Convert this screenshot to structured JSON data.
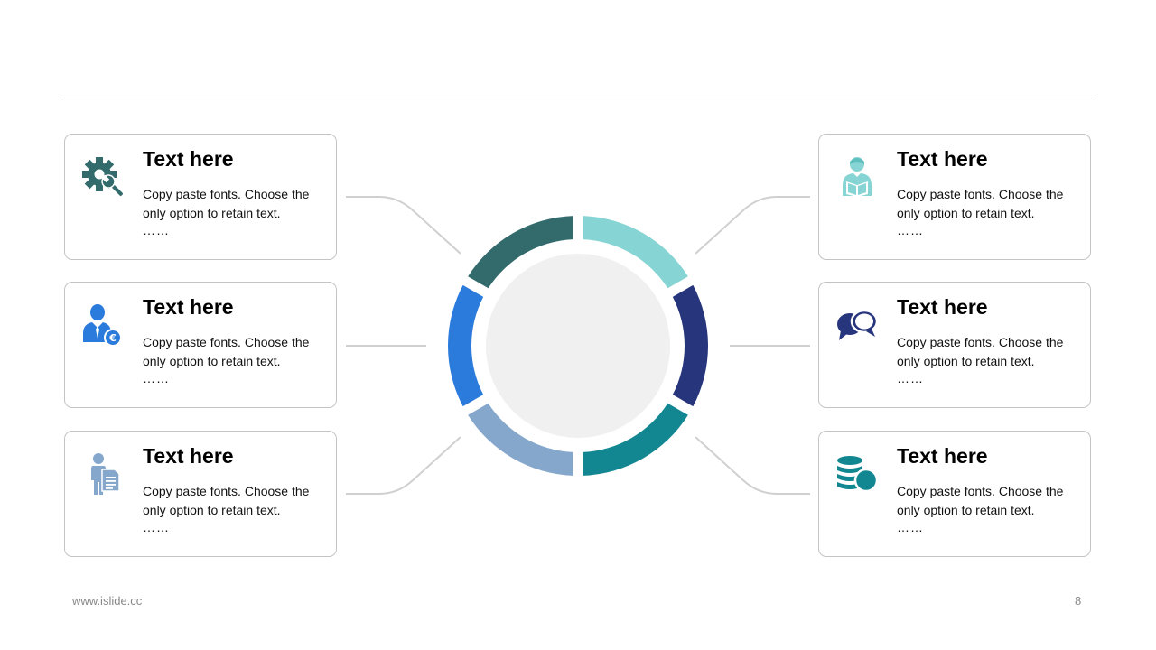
{
  "cards": [
    {
      "title": "Text here",
      "body": "Copy paste fonts. Choose the only option to retain text.",
      "more": "……",
      "icon": "gear-wrench-icon",
      "color": "#336b6d"
    },
    {
      "title": "Text here",
      "body": "Copy paste fonts. Choose the only option to retain text.",
      "more": "……",
      "icon": "businessman-euro-icon",
      "color": "#2b7bdc"
    },
    {
      "title": "Text here",
      "body": "Copy paste fonts. Choose the only option to retain text.",
      "more": "……",
      "icon": "person-document-icon",
      "color": "#86a7cc"
    },
    {
      "title": "Text here",
      "body": "Copy paste fonts. Choose the only option to retain text.",
      "more": "……",
      "icon": "reader-book-icon",
      "color": "#86d4d4"
    },
    {
      "title": "Text here",
      "body": "Copy paste fonts. Choose the only option to retain text.",
      "more": "……",
      "icon": "chat-bubbles-icon",
      "color": "#27357c"
    },
    {
      "title": "Text here",
      "body": "Copy paste fonts. Choose the only option to retain text.",
      "more": "……",
      "icon": "coins-stack-icon",
      "color": "#138791"
    }
  ],
  "ring_segment_colors": [
    "#86d4d4",
    "#27357c",
    "#138791",
    "#86a7cc",
    "#2b7bdc",
    "#336b6d"
  ],
  "center_color": "#f0f0f0",
  "connector_color": "#d0d0d0",
  "footer": {
    "url": "www.islide.cc",
    "page": "8"
  }
}
